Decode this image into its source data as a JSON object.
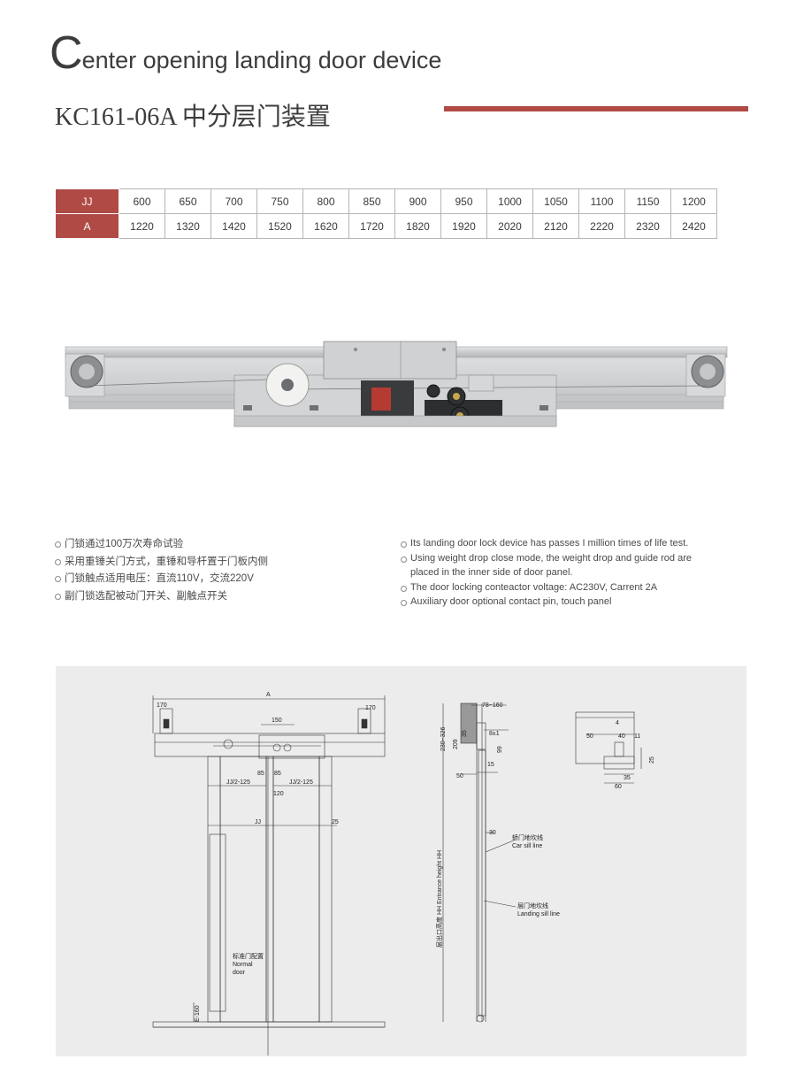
{
  "header": {
    "title_initial": "C",
    "title_rest": "enter opening landing door device",
    "model_title": "KC161-06A 中分层门装置",
    "accent_color": "#b04a45"
  },
  "spec_table": {
    "rows": [
      {
        "label": "JJ",
        "values": [
          "600",
          "650",
          "700",
          "750",
          "800",
          "850",
          "900",
          "950",
          "1000",
          "1050",
          "1100",
          "1150",
          "1200"
        ]
      },
      {
        "label": "A",
        "values": [
          "1220",
          "1320",
          "1420",
          "1520",
          "1620",
          "1720",
          "1820",
          "1920",
          "2020",
          "2120",
          "2220",
          "2320",
          "2420"
        ]
      }
    ]
  },
  "features_cn": [
    "门锁通过100万次寿命试验",
    "采用重锤关门方式，重锤和导杆置于门板内侧",
    "门锁触点适用电压：直流110V，交流220V",
    "副门锁选配被动门开关、副触点开关"
  ],
  "features_en": [
    "Its landing door lock device has passes I million times of life test.",
    "Using weight drop close mode, the weight drop and guide rod are",
    "placed in the inner side of door panel.",
    "The door locking conteactor voltage: AC230V, Carrent 2A",
    "Auxiliary door optional contact pin, touch panel"
  ],
  "drawing": {
    "dim_a": "A",
    "dim_170_left": "170",
    "dim_170_right": "170",
    "dim_150": "150",
    "dim_jj_half_left": "JJ/2-125",
    "dim_jj_half_right": "JJ/2-125",
    "dim_85_left": "85",
    "dim_85_right": "85",
    "dim_120": "120",
    "dim_jj": "JJ",
    "dim_25": "25",
    "normal_door_cn": "标准门配置",
    "normal_door_en_1": "Normal",
    "normal_door_en_2": "door",
    "dim_e160": "E-160",
    "side_78_160": "78~160",
    "side_230_326": "230~326",
    "side_209": "209",
    "side_35": "35",
    "side_8_1": "8±1",
    "side_99": "99",
    "side_15": "15",
    "side_50": "50",
    "side_30": "30",
    "car_sill_cn": "轿门地坎线",
    "car_sill_en": "Car sill line",
    "landing_sill_cn": "层门地坎线",
    "landing_sill_en": "Landing sill line",
    "entrance_height": "层出口高度 HH Entrance height HH",
    "sill_4": "4",
    "sill_50": "50",
    "sill_40": "40",
    "sill_11": "11",
    "sill_25": "25",
    "sill_35": "35",
    "sill_60": "60"
  }
}
